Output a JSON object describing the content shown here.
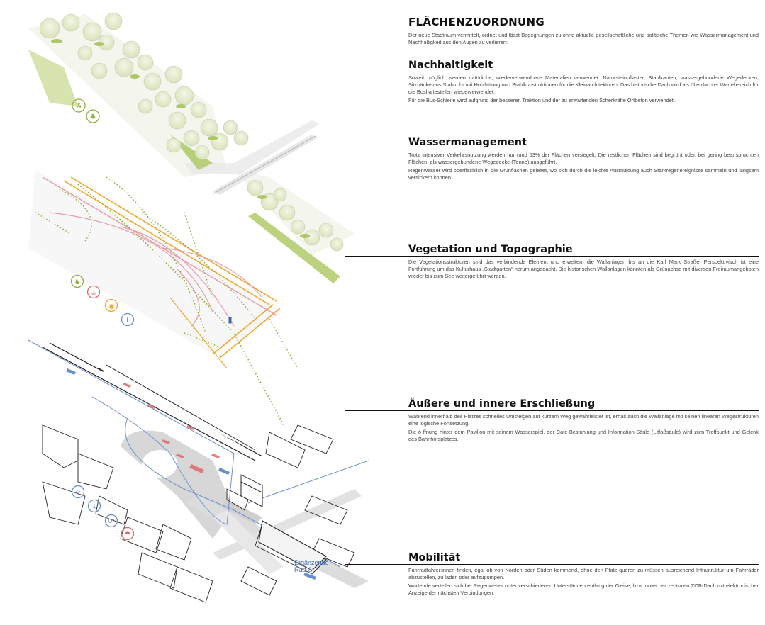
{
  "sections": [
    {
      "title": "FLÄCHENZUORDNUNG",
      "paragraphs": [
        "Der neue Stadtraum vermittelt, ordnet und lässt Begegnungen zu ohne aktuelle gesellschaftliche und politische Themen wie Wassermanagement und Nachhaltigkeit aus den Augen zu verlieren:"
      ]
    },
    {
      "title": "Nachhaltigkeit",
      "paragraphs": [
        "Soweit möglich werden natürliche, wiederverwendbare Materialien verwendet: Natursteinpflaster, Stahlkanten, wassergebundene Wegedecken, Sitzbänke aus Stahlrohr mit Holzlattung und Stahlkonstruktionen für die Kleinarchitekturen. Das historische Dach wird als überdachter Wartebereich für die Bushaltestellen wiederverwendet.",
        "Für die Bus-Schleife wird aufgrund der besseren Traktion und der zu erwartenden Scherkräfte Ortbeton verwendet."
      ]
    },
    {
      "title": "Wassermanagement",
      "paragraphs": [
        "Trotz intensiver Verkehrsnutzung werden nur rund 53% der Flächen versiegelt. Die restlichen Flächen sind begrünt oder, bei gering beanspruchten Flächen, als wassergebundene Wegedecke (Tenne) ausgeführt.",
        "Regenwasser wird oberflächlich in die Grünflächen geleitet, wo sich durch die leichte Ausmuldung auch Starkregenereignisse sammeln und langsam versickern können."
      ]
    },
    {
      "title": "Vegetation und Topographie",
      "paragraphs": [
        "Die Vegetationsstrukturen sind das verbindende Element und erweitern die Wallanlagen bis an die Karl Marx Straße. Perspektivisch ist eine Fortführung um das Kulturhaus „Stadtgarten“ herum angedacht. Die historischen Wallanlagen könnten als Grünachse mit diversen Freiraumangeboten wieder bis zum See weitergeführt werden."
      ]
    },
    {
      "title": "Äußere und innere Erschließung",
      "paragraphs": [
        "Während innerhalb des Platzes schnelles Umsteigen auf kurzem Weg gewährleistet ist, erhält auch die Wallanlage mit seinen linearen Wegestrukturen eine logische Fortsetzung.",
        "Die ö ffnung hinter dem Pavillon mit seinem Wasserspiel, der Café-Bestuhlung und Information-Säule (Litfaßsäule) wird zum Treffpunkt und Gelenk des Bahnhofsplatzes."
      ]
    },
    {
      "title": "Mobilität",
      "paragraphs": [
        "Fahrradfahrer:innen finden, egal ob von Norden oder Süden kommend, ohne den Platz queren zu müssen ausreichend Infrastruktur um Fahrräder abzustellen, zu laden oder aufzupumpen.",
        "Wartende verteilen sich bei Regenwetter unter verschiedenen Unterständen entlang der Gleise, bzw. unter der zentralen ZOB-Dach mit elektronischer Anzeige der nächsten Verbindungen."
      ]
    }
  ],
  "map": {
    "label_line1": "Ergänzende",
    "label_line2": "Rad-St",
    "icons": [
      {
        "name": "nature-icon",
        "glyph": "☘"
      },
      {
        "name": "tree-icon",
        "glyph": "♣"
      },
      {
        "name": "dog-icon",
        "glyph": "♞"
      },
      {
        "name": "seating-icon",
        "glyph": "☕"
      },
      {
        "name": "camera-icon",
        "glyph": "◉"
      },
      {
        "name": "info-icon",
        "glyph": "i"
      },
      {
        "name": "bicycle-icon",
        "glyph": "⚲"
      },
      {
        "name": "charging-plug-icon",
        "glyph": "⏚"
      },
      {
        "name": "air-pump-icon",
        "glyph": "O²"
      },
      {
        "name": "umbrella-icon",
        "glyph": "☂"
      }
    ],
    "colors": {
      "green": "#8cb33d",
      "orange": "#f0a830",
      "pink": "#e99aa8",
      "red": "#e06a6a",
      "blue": "#6a8fd0"
    }
  }
}
